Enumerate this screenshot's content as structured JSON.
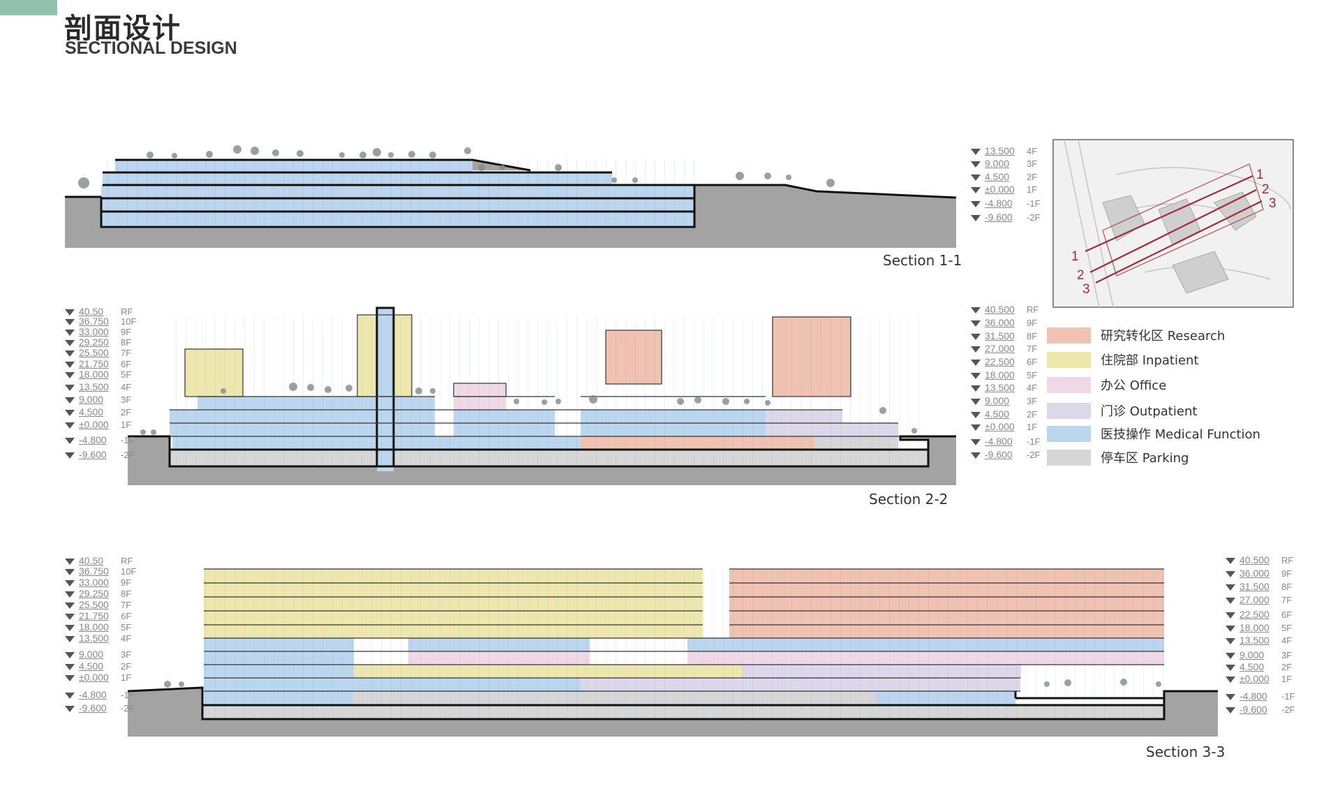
{
  "header": {
    "title_cn": "剖面设计",
    "title_en": "SECTIONAL DESIGN"
  },
  "colors": {
    "accent": "#8fc3ae",
    "research": "#f0c2b1",
    "inpatient": "#ede7ad",
    "office": "#f0d9e6",
    "outpatient": "#dcd8ea",
    "medical": "#bcd6ef",
    "parking": "#d6d6d6",
    "ground": "#a3a3a3",
    "keyplan_line": "#a42a34"
  },
  "sections": [
    {
      "id": "1-1",
      "label": "Section 1-1"
    },
    {
      "id": "2-2",
      "label": "Section 2-2"
    },
    {
      "id": "3-3",
      "label": "Section 3-3"
    }
  ],
  "legend": [
    {
      "label": "研究转化区 Research",
      "color": "#f0c2b1"
    },
    {
      "label": "住院部 Inpatient",
      "color": "#ede7ad"
    },
    {
      "label": "办公 Office",
      "color": "#f0d9e6"
    },
    {
      "label": "门诊 Outpatient",
      "color": "#dcd8ea"
    },
    {
      "label": "医技操作 Medical Function",
      "color": "#bcd6ef"
    },
    {
      "label": "停车区 Parking",
      "color": "#d6d6d6"
    }
  ],
  "key_plan": {
    "markers": [
      "1",
      "2",
      "3"
    ]
  },
  "elevations": {
    "short": [
      {
        "value": "13.500",
        "floor": "4F"
      },
      {
        "value": "9.000",
        "floor": "3F"
      },
      {
        "value": "4.500",
        "floor": "2F"
      },
      {
        "value": "±0.000",
        "floor": "1F"
      },
      {
        "value": "-4.800",
        "floor": "-1F"
      },
      {
        "value": "-9.600",
        "floor": "-2F"
      }
    ],
    "left_2": [
      {
        "value": "40.50",
        "floor": "RF"
      },
      {
        "value": "36.750",
        "floor": "10F"
      },
      {
        "value": "33.000",
        "floor": "9F"
      },
      {
        "value": "29.250",
        "floor": "8F"
      },
      {
        "value": "25.500",
        "floor": "7F"
      },
      {
        "value": "21.750",
        "floor": "6F"
      },
      {
        "value": "18.000",
        "floor": "5F"
      },
      {
        "value": "13.500",
        "floor": "4F"
      },
      {
        "value": "9.000",
        "floor": "3F"
      },
      {
        "value": "4.500",
        "floor": "2F"
      },
      {
        "value": "±0.000",
        "floor": "1F"
      },
      {
        "value": "-4.800",
        "floor": "-1F"
      },
      {
        "value": "-9.600",
        "floor": "-2F"
      }
    ],
    "right": [
      {
        "value": "40.500",
        "floor": "RF"
      },
      {
        "value": "36.000",
        "floor": "9F"
      },
      {
        "value": "31.500",
        "floor": "8F"
      },
      {
        "value": "27.000",
        "floor": "7F"
      },
      {
        "value": "22.500",
        "floor": "6F"
      },
      {
        "value": "18.000",
        "floor": "5F"
      },
      {
        "value": "13.500",
        "floor": "4F"
      },
      {
        "value": "9.000",
        "floor": "3F"
      },
      {
        "value": "4.500",
        "floor": "2F"
      },
      {
        "value": "±0.000",
        "floor": "1F"
      },
      {
        "value": "-4.800",
        "floor": "-1F"
      },
      {
        "value": "-9.600",
        "floor": "-2F"
      }
    ]
  }
}
